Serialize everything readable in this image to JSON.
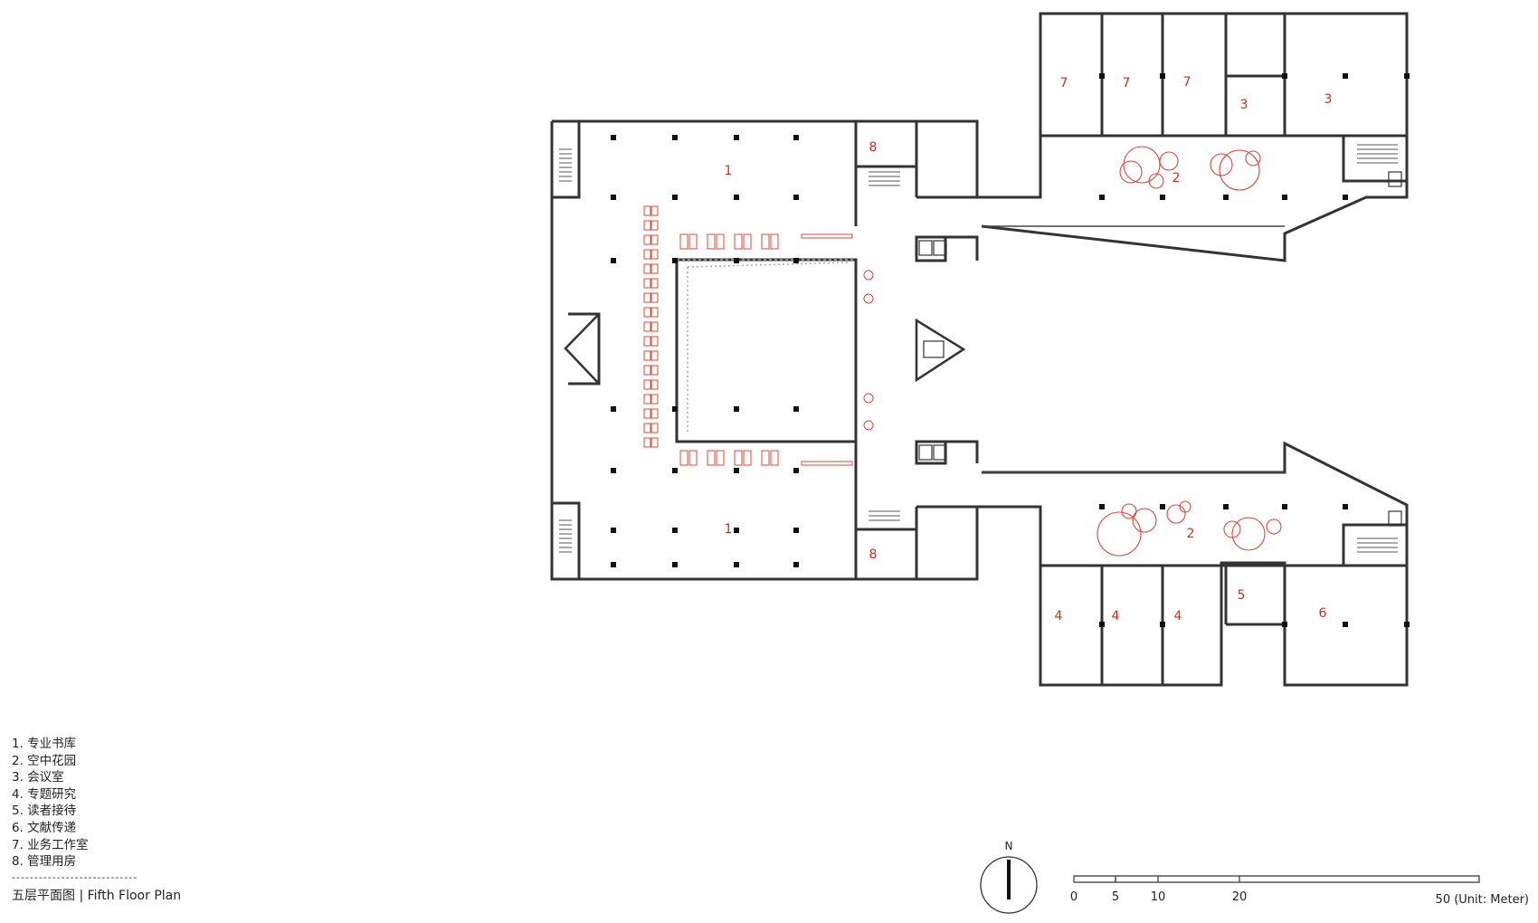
{
  "drawing": {
    "room_numbers": {
      "1": "1",
      "2": "2",
      "3": "3",
      "4": "4",
      "5": "5",
      "6": "6",
      "7": "7",
      "8": "8"
    },
    "north_label": "N",
    "scale": {
      "ticks": [
        "0",
        "5",
        "10",
        "20"
      ],
      "end_label": "50 (Unit: Meter)"
    },
    "colors": {
      "walls": "#333333",
      "furniture": "#e0453a",
      "labels": "#d42a1c"
    }
  },
  "legend": {
    "items": [
      "1. 专业书库",
      "2. 空中花园",
      "3. 会议室",
      "4. 专题研究",
      "5. 读者接待",
      "6. 文献传递",
      "7. 业务工作室",
      "8. 管理用房"
    ],
    "divider": "----------------------------",
    "title": "五层平面图 | Fifth Floor Plan"
  }
}
